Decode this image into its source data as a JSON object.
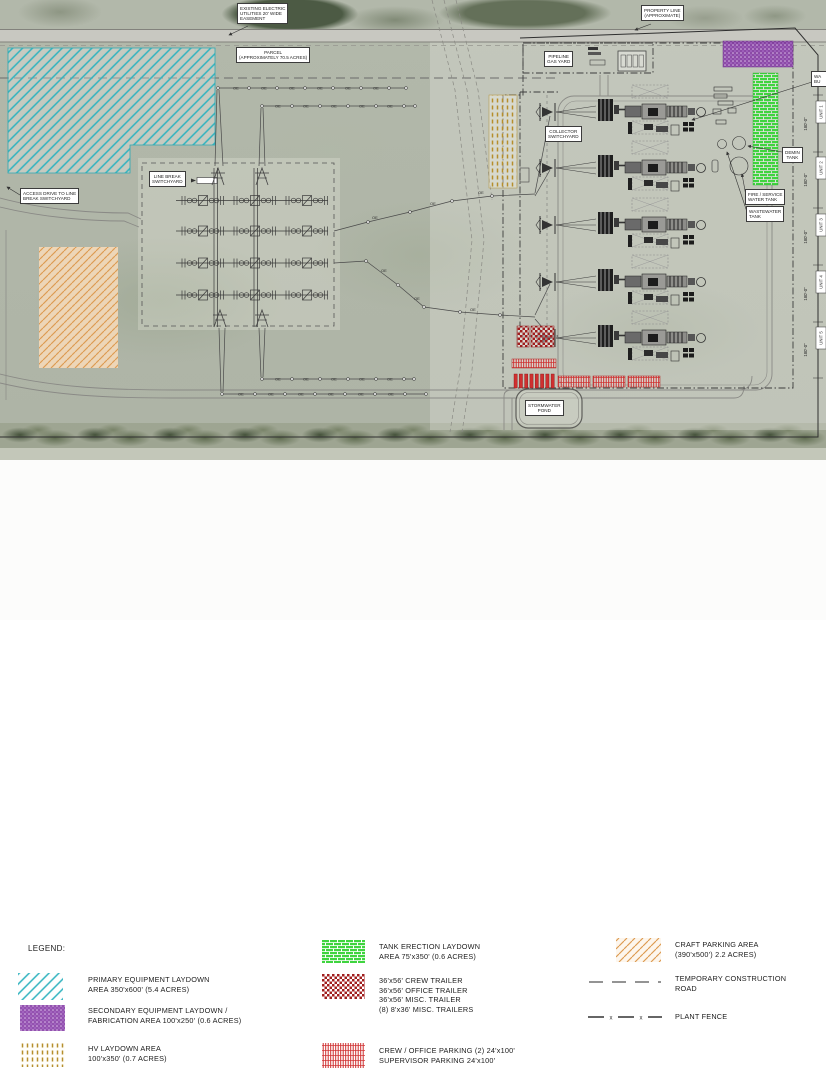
{
  "map": {
    "oe_label": "OE",
    "dim_label": "180'-0\"",
    "unit_labels": [
      "UNIT 1",
      "UNIT 2",
      "UNIT 3",
      "UNIT 4",
      "UNIT 5"
    ],
    "callouts": {
      "easement": [
        "EXISTING ELECTRIC",
        "UTILITIES 20' WIDE",
        "EASEMENT"
      ],
      "parcel": [
        "PARCEL",
        "(APPROXIMATELY 70.5 ACRES)"
      ],
      "property_line": [
        "PROPERTY LINE",
        "(APPROXIMATE)"
      ],
      "pipeline_gas_yard": [
        "PIPELINE",
        "GAS YARD"
      ],
      "line_break_switchyard": [
        "LINE BREAK",
        "SWITCHYARD"
      ],
      "access_drive": [
        "ACCESS DRIVE TO LINE",
        "BREAK SWITCHYARD"
      ],
      "collector_switchyard": [
        "COLLECTOR",
        "SWITCHYARD"
      ],
      "demin_tank": [
        "DEMIN",
        "TANK"
      ],
      "fire_service_water_tank": [
        "FIRE / SERVICE",
        "WATER TANK"
      ],
      "wastewater_tank": [
        "WASTEWATER",
        "TANK"
      ],
      "stormwater_pond": [
        "STORMWATER",
        "POND"
      ],
      "water_building_partial": [
        "WA",
        "BU"
      ]
    }
  },
  "legend": {
    "title": "LEGEND:",
    "fence_mark": "x",
    "items": {
      "primary": {
        "lines": [
          "PRIMARY EQUIPMENT LAYDOWN",
          "AREA 350'x600' (5.4 ACRES)"
        ]
      },
      "secondary": {
        "lines": [
          "SECONDARY EQUIPMENT LAYDOWN /",
          "FABRICATION AREA 100'x250' (0.6 ACRES)"
        ]
      },
      "hv": {
        "lines": [
          "HV LAYDOWN AREA",
          "100'x350' (0.7 ACRES)"
        ]
      },
      "tank": {
        "lines": [
          "TANK ERECTION LAYDOWN",
          "AREA 75'x350' (0.6 ACRES)"
        ]
      },
      "trailers": {
        "lines": [
          "36'x56' CREW TRAILER",
          "36'x56' OFFICE TRAILER",
          "36'x56' MISC. TRAILER",
          "(8) 8'x36' MISC. TRAILERS"
        ]
      },
      "crew_parking": {
        "lines": [
          "CREW / OFFICE PARKING (2) 24'x100'",
          "SUPERVISOR PARKING 24'x100'"
        ]
      },
      "craft_parking": {
        "lines": [
          "CRAFT PARKING AREA",
          "(390'x500') 2.2 ACRES)"
        ]
      },
      "temp_road": {
        "lines": [
          "TEMPORARY CONSTRUCTION",
          "ROAD"
        ]
      },
      "plant_fence": {
        "lines": [
          "PLANT FENCE"
        ]
      }
    }
  },
  "colors": {
    "primary_hatch": "#2fb3bf",
    "secondary_hatch": "#8a42ab",
    "hv_hatch": "#b68e2c",
    "tank_hatch": "#3fd43f",
    "trailer_hatch": "#a01e1e",
    "parking_hatch": "#cf2d2d",
    "craft_hatch": "#e2a35a",
    "cad_line": "#3a3a3a"
  }
}
